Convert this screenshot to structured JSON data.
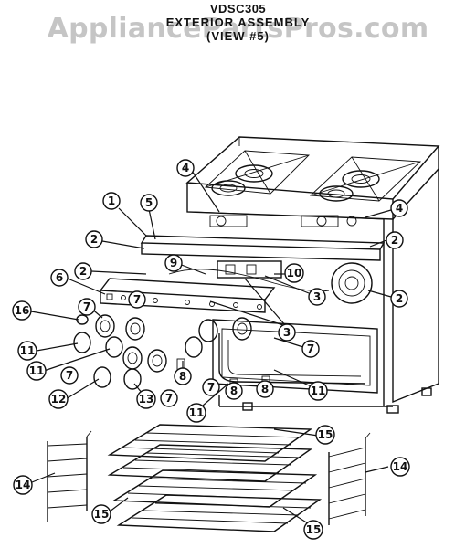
{
  "diagram": {
    "model": "VDSC305",
    "assembly_title": "EXTERIOR ASSEMBLY",
    "view": "(VIEW #5)",
    "watermark": "AppliancePartsPros.com",
    "callouts": [
      "1",
      "2",
      "2",
      "2",
      "2",
      "3",
      "3",
      "4",
      "4",
      "5",
      "6",
      "7",
      "7",
      "7",
      "7",
      "7",
      "7",
      "8",
      "8",
      "8",
      "9",
      "10",
      "11",
      "11",
      "11",
      "11",
      "12",
      "13",
      "14",
      "14",
      "15",
      "15",
      "15",
      "16"
    ]
  }
}
